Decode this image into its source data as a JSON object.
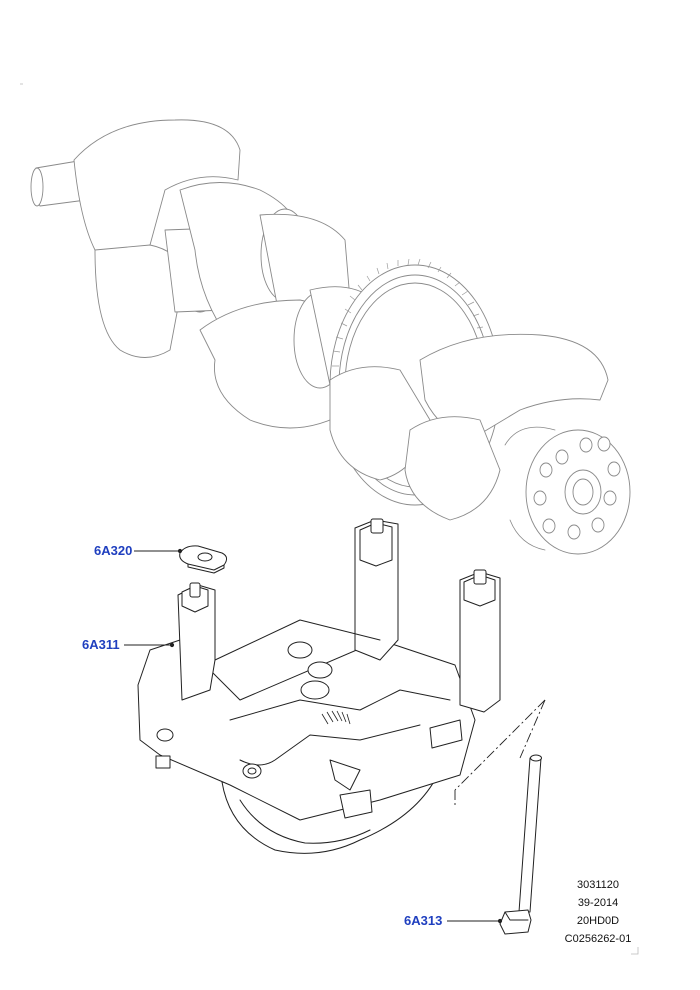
{
  "callouts": {
    "gasket": "6A320",
    "oil_pump": "6A311",
    "bolt": "6A313"
  },
  "reference": {
    "line1": "3031120",
    "line2": "39-2014",
    "line3": "20HD0D",
    "line4": "C0256262-01"
  },
  "colors": {
    "callout_text": "#1f3fbf",
    "linework": "#222222",
    "ghost_linework": "#8a8a8a"
  }
}
